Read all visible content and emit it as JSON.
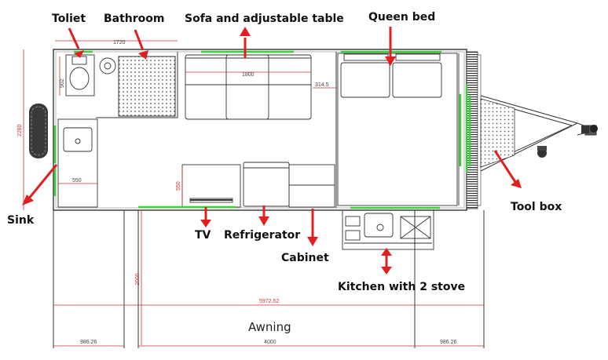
{
  "labels": {
    "toilet": "Toliet",
    "bathroom": "Bathroom",
    "sofa": "Sofa and adjustable table",
    "queen_bed": "Queen bed",
    "sink": "Sink",
    "tool_box": "Tool box",
    "tv": "TV",
    "refrigerator": "Refrigerator",
    "cabinet": "Cabinet",
    "kitchen": "Kitchen with 2 stove",
    "awning": "Awning"
  },
  "dimensions": {
    "bath_width": "1720",
    "toilet_depth": "902",
    "sofa_width": "1800",
    "gap": "314.5",
    "overall_width": "2280",
    "sink_width": "550",
    "tv_depth": "550",
    "awning_depth": "2000",
    "overall_length": "5972.52",
    "left_offset": "986.26",
    "awning_length": "4000",
    "right_offset": "986.26"
  },
  "colors": {
    "label_arrow": "#e02020",
    "window": "#39d239",
    "line": "#333333",
    "dimension": "#c83232"
  }
}
